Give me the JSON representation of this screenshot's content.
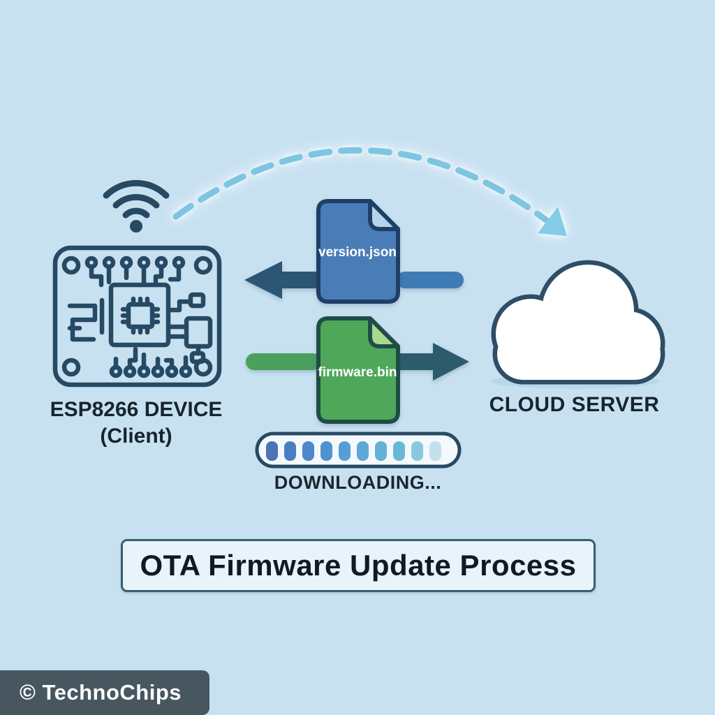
{
  "title": "OTA Firmware Update Process",
  "watermark": "© TechnoChips",
  "device": {
    "label_line1": "ESP8266 DEVICE",
    "label_line2": "(Client)"
  },
  "server": {
    "label": "CLOUD SERVER"
  },
  "files": {
    "version": {
      "label": "version.json"
    },
    "firmware": {
      "label": "firmware.bin"
    }
  },
  "progress": {
    "label": "DOWNLOADING...",
    "segment_colors": [
      "#4b74b6",
      "#4a7ec2",
      "#4e88c9",
      "#5092cf",
      "#579ed6",
      "#5ea8d8",
      "#64b1da",
      "#6ab8d9",
      "#8ac8e0",
      "#c3e0ee"
    ]
  },
  "colors": {
    "background": "#c8e1f1",
    "outline_dark": "#264a63",
    "cloud_outline": "#2e4d66",
    "version_file_fill": "#4a7cb8",
    "version_file_fold": "#b7d4ec",
    "version_file_stroke": "#1e3f66",
    "firmware_file_fill": "#4fa85a",
    "firmware_file_fold": "#a9d88e",
    "firmware_file_stroke": "#1f4d46",
    "arrow_dark_blue": "#2d5574",
    "arrow_mid_blue": "#3f7cb5",
    "arrow_green": "#4aa05e",
    "arrow_teal": "#2c5c6b",
    "arc_dash": "#7ec5e2",
    "arc_arrowhead": "#85cce6",
    "progress_track": "#f3f9fd",
    "title_box_bg": "#e9f3fa",
    "watermark_bg": "#47565f"
  }
}
